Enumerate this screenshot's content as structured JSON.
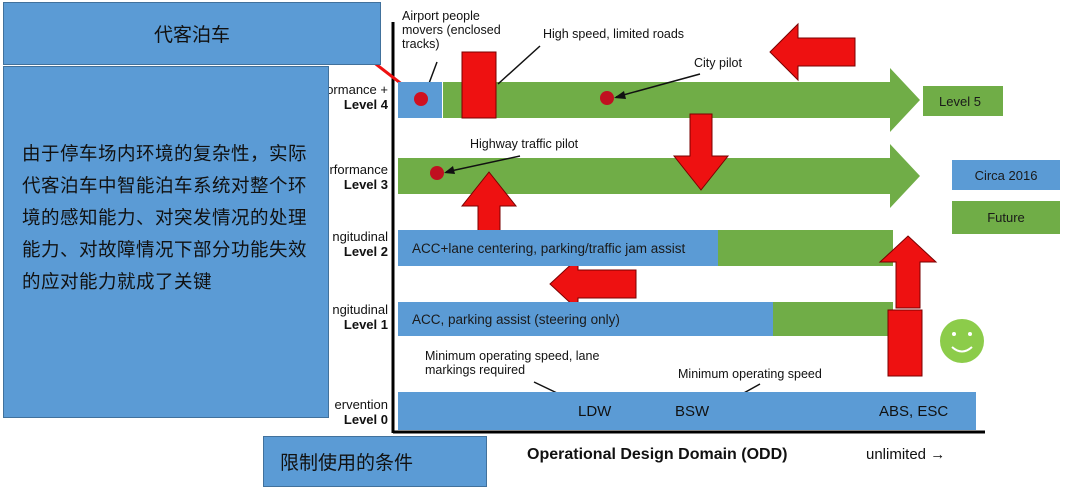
{
  "callouts": {
    "valet_title": "代客泊车",
    "main_text": "由于停车场内环境的复杂性，实际代客泊车中智能泊车系统对整个环境的感知能力、对突发情况的处理能力、对故障情况下部分功能失效的应对能力就成了关键",
    "limit_title": "限制使用的条件"
  },
  "levels": [
    {
      "desc": "rformance +",
      "name": "Level 4"
    },
    {
      "desc": "rformance",
      "name": "Level 3"
    },
    {
      "desc": "ngitudinal",
      "name": "Level 2"
    },
    {
      "desc": "ngitudinal",
      "name": "Level 1"
    },
    {
      "desc": "ervention",
      "name": "Level 0"
    }
  ],
  "bars": {
    "l2_text": "ACC+lane centering, parking/traffic jam assist",
    "l1_text": "ACC, parking assist (steering only)",
    "l0_ldw": "LDW",
    "l0_bsw": "BSW",
    "l0_abs": "ABS, ESC"
  },
  "annotations": {
    "airport": "Airport people movers (enclosed tracks)",
    "high_speed": "High speed, limited roads",
    "city_pilot": "City pilot",
    "highway_pilot": "Highway traffic pilot",
    "min_speed_lane": "Minimum operating speed, lane markings required",
    "min_speed": "Minimum operating speed"
  },
  "legend": {
    "level5": "Level 5",
    "circa": "Circa 2016",
    "future": "Future",
    "circa_color": "#5b9bd5",
    "future_color": "#70ad47"
  },
  "axis": {
    "x_title": "Operational Design Domain (ODD)",
    "unlimited": "unlimited →"
  },
  "colors": {
    "blue": "#5b9bd5",
    "green": "#70ad47",
    "red": "#ee1111",
    "callout_blue": "#5b9bd5"
  }
}
